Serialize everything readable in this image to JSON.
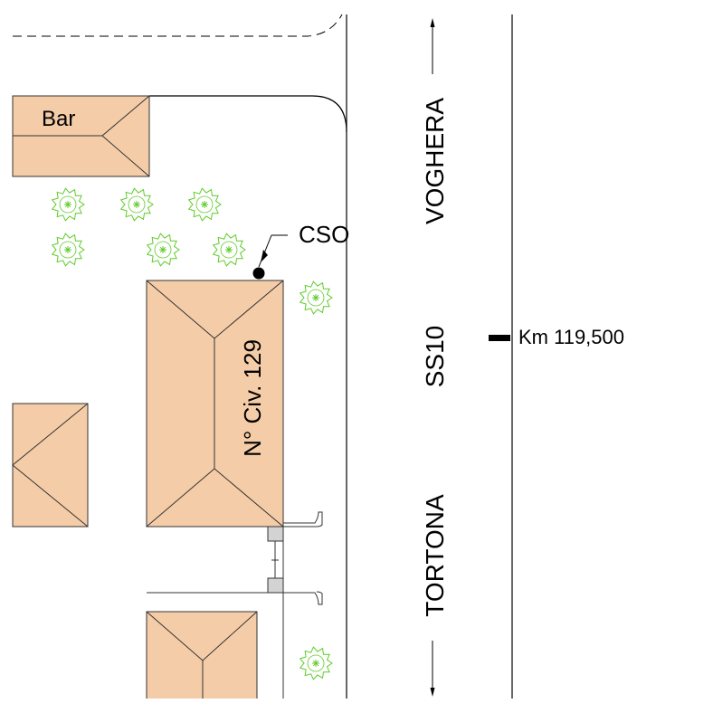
{
  "labels": {
    "bar": "Bar",
    "cso": "CSO",
    "house_number": "N° Civ. 129",
    "direction_north": "VOGHERA",
    "road_name": "SS10",
    "direction_south": "TORTONA",
    "kilometre_marker": "Km 119,500"
  },
  "colors": {
    "building_fill": "#f5cca8",
    "building_stroke": "#333333",
    "tree": "#5ecb28",
    "line": "#000000",
    "background": "#ffffff"
  }
}
